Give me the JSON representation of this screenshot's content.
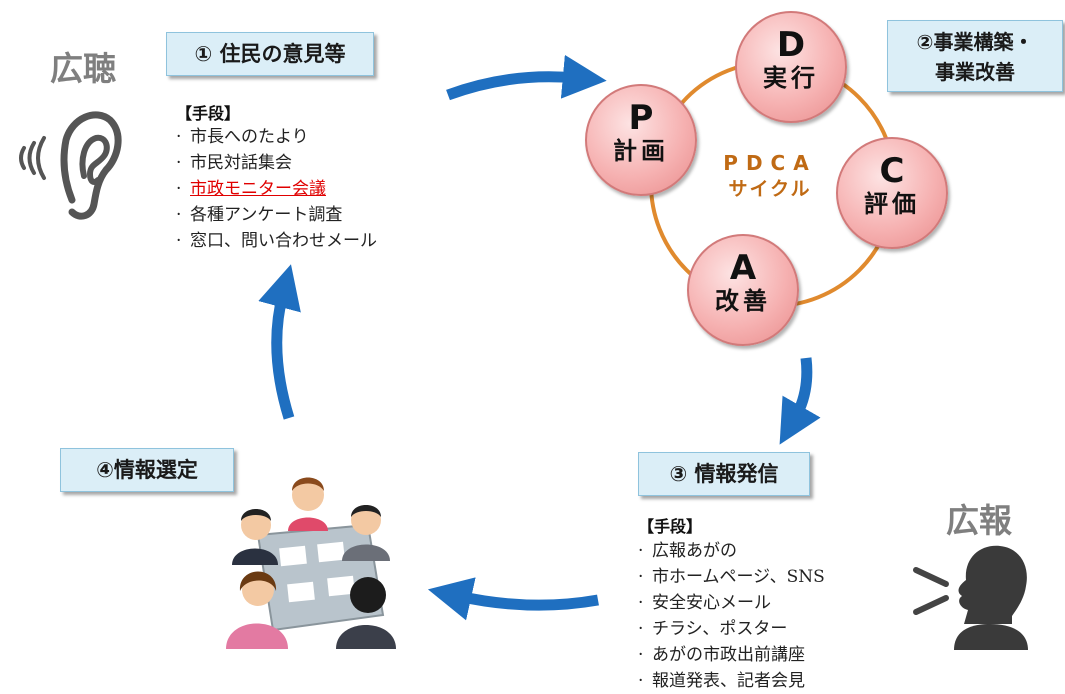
{
  "steps": {
    "step1": "① 住民の意見等",
    "step2_line1": "②事業構築・",
    "step2_line2": "事業改善",
    "step3": "③ 情報発信",
    "step4": "④情報選定"
  },
  "listening": {
    "title": "広聴",
    "means_heading": "【手段】",
    "items": [
      "市長へのたより",
      "市民対話集会",
      "市政モニター会議",
      "各種アンケート調査",
      "窓口、問い合わせメール"
    ],
    "highlighted_item": "市政モニター会議"
  },
  "pdca": {
    "center_line1": "PDCA",
    "center_line2": "サイクル",
    "nodes": [
      {
        "letter": "P",
        "word": "計画"
      },
      {
        "letter": "D",
        "word": "実行"
      },
      {
        "letter": "C",
        "word": "評価"
      },
      {
        "letter": "A",
        "word": "改善"
      }
    ]
  },
  "publicity": {
    "title": "広報",
    "means_heading": "【手段】",
    "items": [
      "広報あがの",
      "市ホームページ、SNS",
      "安全安心メール",
      "チラシ、ポスター",
      "あがの市政出前講座",
      "報道発表、記者会見"
    ]
  },
  "colors": {
    "arrow": "#1f6fc0",
    "box_fill": "#dbeef7",
    "pdca_ring": "#e08a2e",
    "pdca_text": "#c06a14",
    "circle_fill": "#f6b2b2",
    "highlight_text": "#e00000",
    "icon_gray": "#555555"
  }
}
